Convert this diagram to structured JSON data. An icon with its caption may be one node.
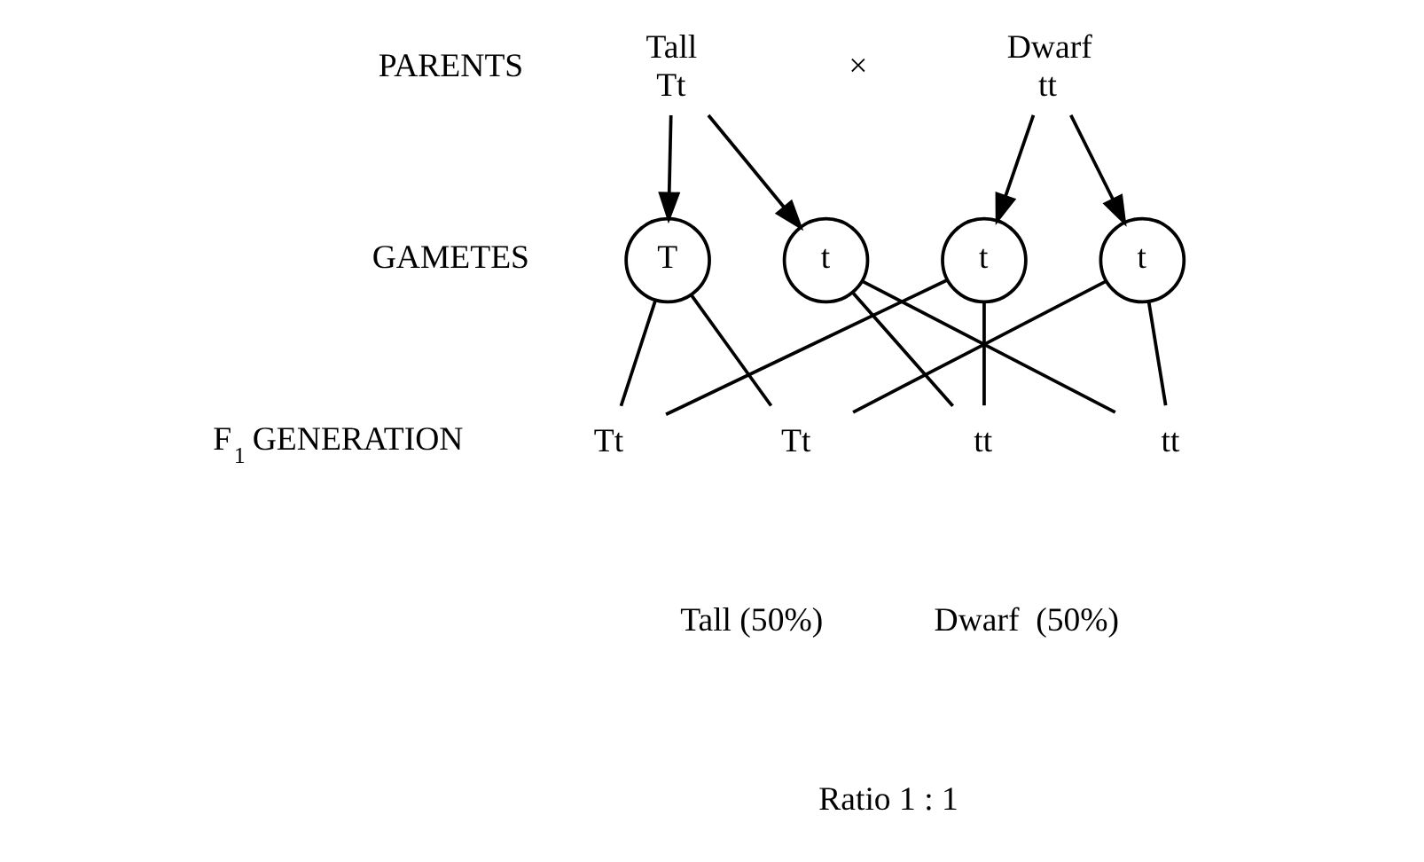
{
  "diagram": {
    "nodes": [
      {
        "text": [
          "Tall",
          "Tt"
        ]
      },
      {
        "text": [
          "Dwarf",
          "tt"
        ]
      },
      {
        "text": [
          "T"
        ]
      },
      {
        "text": [
          "t"
        ]
      },
      {
        "text": [
          "t"
        ]
      },
      {
        "text": [
          "t"
        ]
      },
      {
        "text": [
          "Tt"
        ]
      },
      {
        "text": [
          "Tt"
        ]
      },
      {
        "text": [
          "tt"
        ]
      },
      {
        "text": [
          "tt"
        ]
      }
    ],
    "edges": [
      {
        "from": 0,
        "to": 2,
        "arrow": "to"
      },
      {
        "from": 0,
        "to": 3,
        "arrow": "to"
      },
      {
        "from": 1,
        "to": 4,
        "arrow": "to"
      },
      {
        "from": 1,
        "to": 5,
        "arrow": "to"
      },
      {
        "from": 2,
        "to": 6,
        "arrow": "none"
      },
      {
        "from": 2,
        "to": 7,
        "arrow": "none"
      },
      {
        "from": 3,
        "to": 8,
        "arrow": "none"
      },
      {
        "from": 3,
        "to": 9,
        "arrow": "none"
      },
      {
        "from": 4,
        "to": 6,
        "arrow": "none"
      },
      {
        "from": 4,
        "to": 8,
        "arrow": "none"
      },
      {
        "from": 5,
        "to": 7,
        "arrow": "none"
      },
      {
        "from": 5,
        "to": 9,
        "arrow": "none"
      }
    ],
    "labels": [
      "PARENTS",
      "×",
      "GAMETES",
      "F$_{1}$ GENERATION",
      "Tall (50%)",
      "Dwarf  (50%)",
      "Ratio 1 : 1"
    ]
  }
}
